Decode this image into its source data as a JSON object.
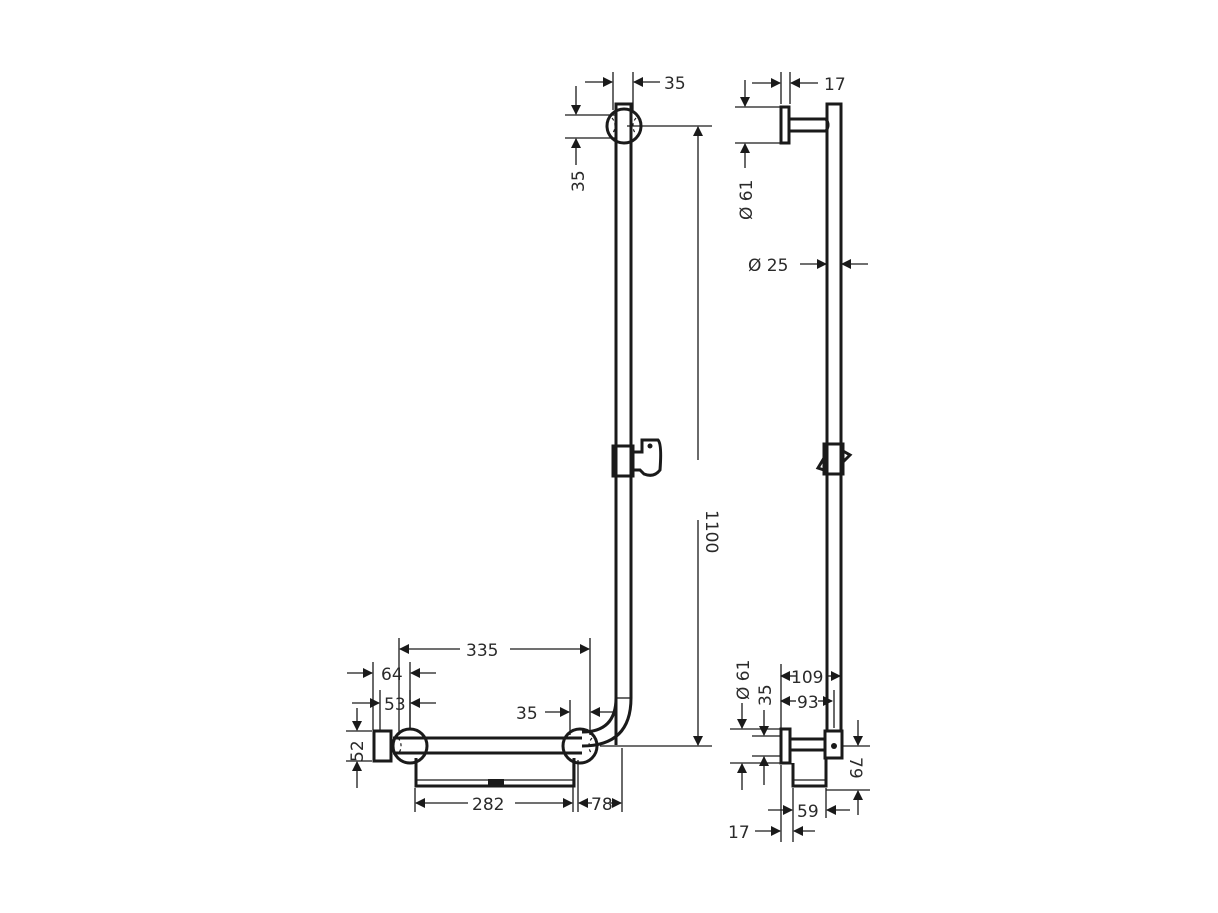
{
  "drawing": {
    "type": "technical dimension drawing",
    "subject": "L-shaped shower grab bar with slider and shelf",
    "stroke_color": "#1a1a1a",
    "background": "#ffffff",
    "units": "mm"
  },
  "front_view": {
    "dimensions": {
      "top_rosette_width": "35",
      "top_rosette_height": "35",
      "vertical_height": "1100",
      "horizontal_length": "335",
      "end_cap_64": "64",
      "end_cap_53": "53",
      "end_height": "52",
      "bend_width": "35",
      "shelf_width": "282",
      "bend_offset": "78"
    }
  },
  "side_view": {
    "dimensions": {
      "top_rosette_depth": "17",
      "top_rosette_diameter": "Ø 61",
      "bar_diameter": "Ø 25",
      "bottom_rosette_diameter": "Ø 61",
      "bottom_height_35": "35",
      "projection_109": "109",
      "projection_93": "93",
      "bottom_79": "79",
      "shelf_depth_59": "59",
      "bottom_rosette_depth": "17"
    }
  }
}
